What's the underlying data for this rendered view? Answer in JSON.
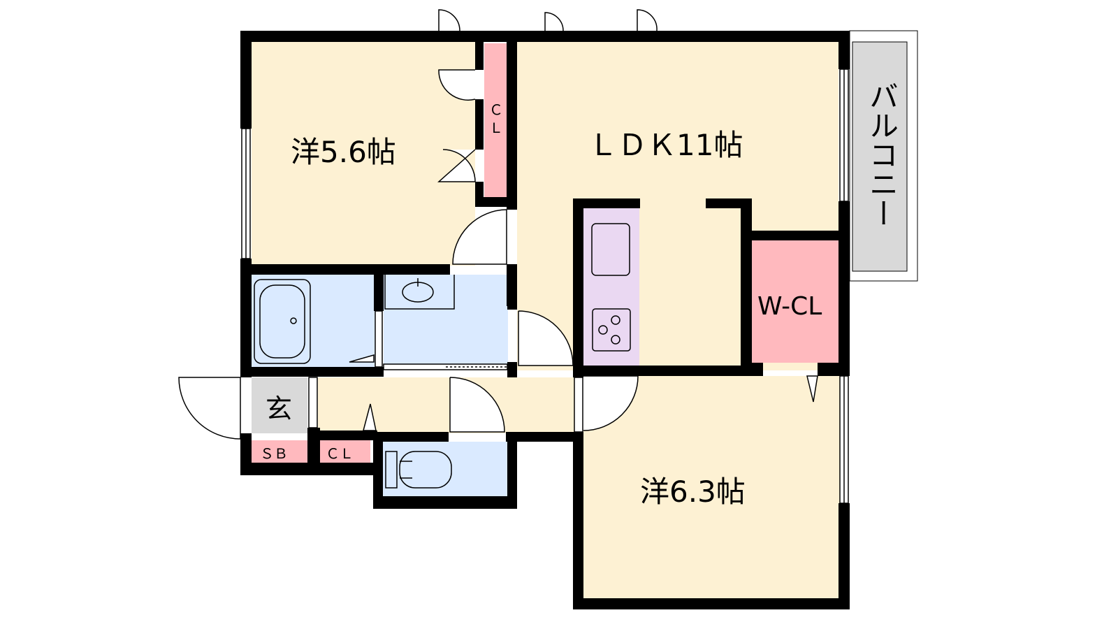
{
  "floor_plan": {
    "rooms": {
      "western_room_1": "洋5.6帖",
      "ldk": "ＬＤＫ11帖",
      "western_room_2": "洋6.3帖",
      "walk_in_closet": "W-CL",
      "balcony": "バルコニー",
      "entrance": "玄",
      "shoe_box": "ＳＢ",
      "closet_hall": "ＣＬ",
      "closet_room1_line1": "Ｃ",
      "closet_room1_line2": "Ｌ"
    },
    "colors": {
      "room_floor": "#fdf1d3",
      "wet_area": "#daeaff",
      "closet": "#ffb9be",
      "entrance_balcony": "#d9d9d9",
      "kitchen_counter": "#ead8f2",
      "wall": "#000000"
    }
  }
}
